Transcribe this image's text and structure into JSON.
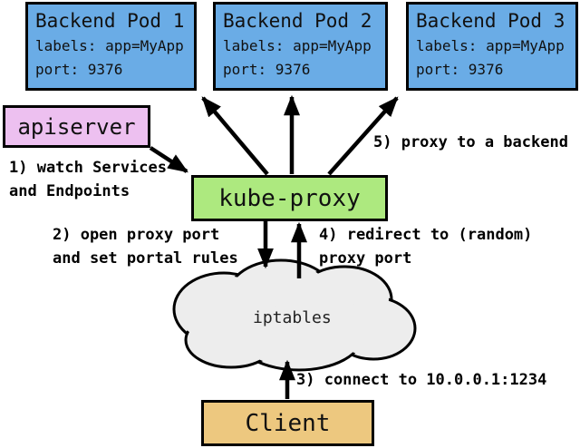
{
  "diagram": {
    "pods": [
      {
        "title": "Backend Pod 1",
        "labels": "labels: app=MyApp",
        "port": "port: 9376"
      },
      {
        "title": "Backend Pod 2",
        "labels": "labels: app=MyApp",
        "port": "port: 9376"
      },
      {
        "title": "Backend Pod 3",
        "labels": "labels: app=MyApp",
        "port": "port: 9376"
      }
    ],
    "apiserver_label": "apiserver",
    "kube_proxy_label": "kube-proxy",
    "iptables_label": "iptables",
    "client_label": "Client",
    "annotations": {
      "step1": "1) watch Services\nand Endpoints",
      "step2": "2) open proxy port\nand set portal rules",
      "step3": "3) connect to 10.0.0.1:1234",
      "step4": "4) redirect to (random)\nproxy port",
      "step5": "5) proxy to a backend"
    },
    "colors": {
      "pod_fill": "#6aace6",
      "apiserver_fill": "#edc0f0",
      "kube_proxy_fill": "#ade97f",
      "client_fill": "#edc87f",
      "cloud_fill": "#ededed",
      "border": "#000000",
      "background": "#ffffff"
    }
  }
}
